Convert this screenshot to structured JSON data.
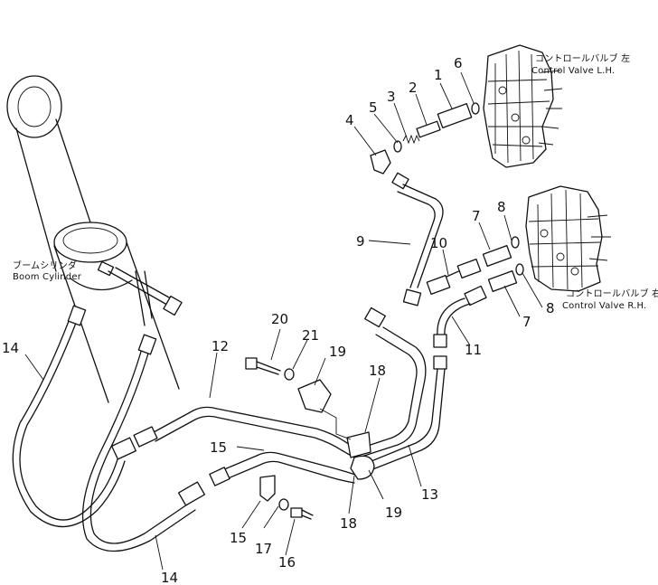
{
  "labels": {
    "boom_cylinder_jp": "ブームシリンダ",
    "boom_cylinder_en": "Boom Cylinder",
    "cv_lh_jp": "コントロールバルブ 左",
    "cv_lh_en": "Control Valve L.H.",
    "cv_rh_jp": "コントロールバルブ 右",
    "cv_rh_en": "Control Valve R.H."
  },
  "callouts": {
    "p1": "1",
    "p2": "2",
    "p3": "3",
    "p4": "4",
    "p5": "5",
    "p6": "6",
    "p7a": "7",
    "p7b": "7",
    "p8a": "8",
    "p8b": "8",
    "p9": "9",
    "p10": "10",
    "p11": "11",
    "p12": "12",
    "p13": "13",
    "p14a": "14",
    "p14b": "14",
    "p15a": "15",
    "p15b": "15",
    "p16": "16",
    "p17": "17",
    "p18a": "18",
    "p18b": "18",
    "p19a": "19",
    "p19b": "19",
    "p20": "20",
    "p21": "21"
  }
}
